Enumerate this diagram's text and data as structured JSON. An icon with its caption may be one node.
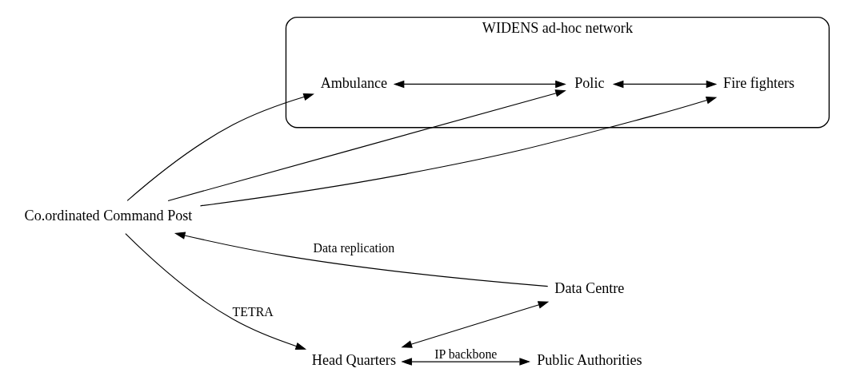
{
  "diagram": {
    "nodes": [
      {
        "text": [
          "WIDENS ad-hoc network"
        ]
      },
      {
        "text": [
          "Ambulance"
        ],
        "in": 0
      },
      {
        "text": [
          "Co.ordinated Command Post"
        ]
      },
      {
        "text": [
          "Data Centre"
        ]
      },
      {
        "text": [
          "Polic"
        ],
        "in": 0
      },
      {
        "text": [
          "Fire fighters"
        ],
        "in": 0
      },
      {
        "text": [
          "Head Quarters"
        ]
      },
      {
        "text": [
          "Public Authorities"
        ]
      }
    ],
    "edges": [
      {
        "from": 2,
        "to": 1,
        "arrow": "to"
      },
      {
        "from": 1,
        "to": 4,
        "arrow": "both"
      },
      {
        "from": 2,
        "to": 4,
        "arrow": "to"
      },
      {
        "from": 2,
        "to": 5,
        "arrow": "to"
      },
      {
        "from": 4,
        "to": 5,
        "arrow": "both"
      },
      {
        "from": 3,
        "to": 2,
        "arrow": "to",
        "label": "Data replication"
      },
      {
        "from": 2,
        "to": 6,
        "arrow": "to",
        "label": "TETRA"
      },
      {
        "from": 6,
        "to": 3,
        "arrow": "both"
      },
      {
        "from": 6,
        "to": 7,
        "arrow": "both",
        "label": "IP backbone"
      }
    ]
  }
}
